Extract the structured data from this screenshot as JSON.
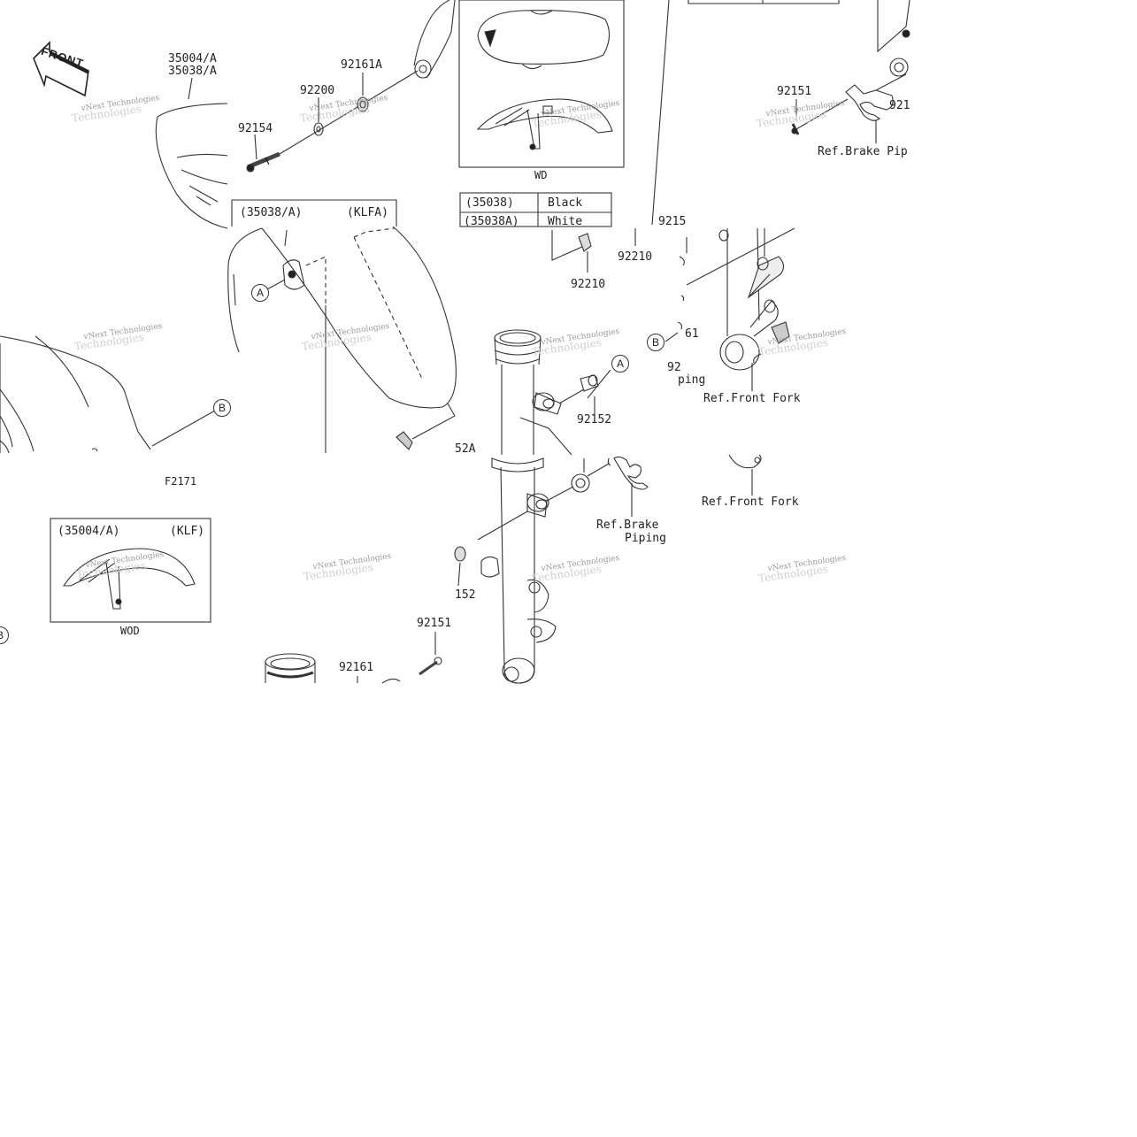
{
  "front_badge": "FRONT",
  "part_labels": {
    "p35004": "35004/A",
    "p35038": "35038/A",
    "p92161A": "92161A",
    "p92200": "92200",
    "p92154": "92154",
    "p92151_top": "92151",
    "p921_top": "921",
    "ref_brake_pip": "Ref.Brake Pip",
    "p9215_mid": "9215",
    "p92210_a": "92210",
    "p92210_b": "92210",
    "p61": "61",
    "p92_mid": "92",
    "ping": "ping",
    "ref_front_fork_1": "Ref.Front Fork",
    "p92152": "92152",
    "p52A": "52A",
    "ref_brake_piping_1": "Ref.Brake",
    "ref_brake_piping_2": "Piping",
    "ref_front_fork_2": "Ref.Front Fork",
    "p152": "152",
    "p92151_bot": "92151",
    "p92161_bot": "92161",
    "f2171": "F2171",
    "wd": "WD",
    "wod": "WOD"
  },
  "inset_klfa": {
    "code": "(35038/A)",
    "variant": "(KLFA)"
  },
  "inset_klf": {
    "code": "(35004/A)",
    "variant": "(KLF)"
  },
  "color_table": {
    "rows": [
      {
        "code": "(35038)",
        "color": "Black"
      },
      {
        "code": "(35038A)",
        "color": "White"
      }
    ]
  },
  "callouts": {
    "a1": "A",
    "a2": "A",
    "b1": "B",
    "b2": "B",
    "b3": "B"
  },
  "watermark": {
    "text": "vNext Technologies",
    "ghost": "Technologies"
  }
}
